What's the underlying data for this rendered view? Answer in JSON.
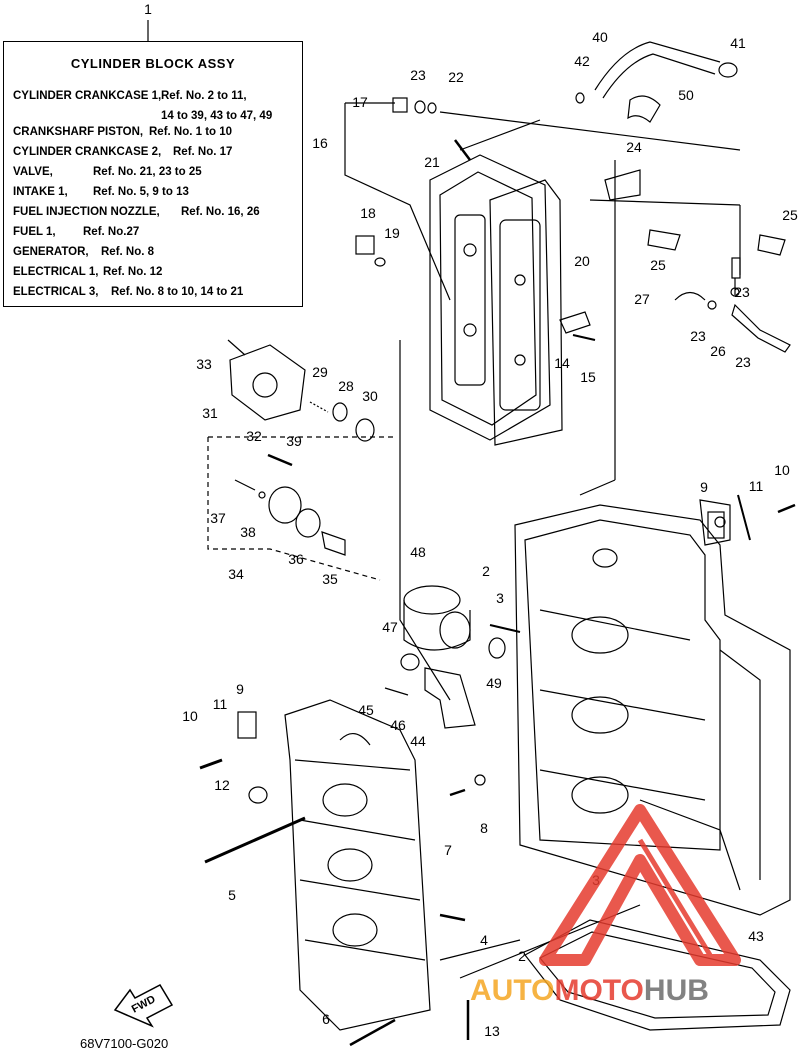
{
  "assembly_callout": "1",
  "legend": {
    "title": "CYLINDER BLOCK ASSY",
    "rows": [
      {
        "name": "CYLINDER CRANKCASE 1,",
        "ref": "Ref. No. 2 to 11,"
      },
      {
        "name": "",
        "ref": "14 to 39, 43 to 47, 49"
      },
      {
        "name": "CRANKSHARF PISTON,",
        "ref": "Ref. No. 1 to 10"
      },
      {
        "name": "CYLINDER CRANKCASE 2,",
        "ref": "Ref. No. 17"
      },
      {
        "name": "VALVE,",
        "ref": "Ref. No. 21, 23 to 25"
      },
      {
        "name": "INTAKE 1,",
        "ref": "Ref. No. 5, 9 to 13"
      },
      {
        "name": "FUEL INJECTION NOZZLE,",
        "ref": "Ref. No. 16, 26"
      },
      {
        "name": "FUEL 1,",
        "ref": "Ref. No.27"
      },
      {
        "name": "GENERATOR,",
        "ref": "Ref. No. 8"
      },
      {
        "name": "ELECTRICAL 1,",
        "ref": "Ref. No. 12"
      },
      {
        "name": "ELECTRICAL 3,",
        "ref": "Ref. No. 8 to 10, 14 to 21"
      }
    ]
  },
  "callouts": [
    "40",
    "41",
    "42",
    "23",
    "22",
    "50",
    "17",
    "16",
    "21",
    "24",
    "25",
    "25",
    "18",
    "19",
    "20",
    "27",
    "23",
    "23",
    "26",
    "23",
    "14",
    "15",
    "33",
    "29",
    "28",
    "30",
    "31",
    "32",
    "39",
    "9",
    "11",
    "10",
    "37",
    "38",
    "36",
    "34",
    "35",
    "48",
    "2",
    "3",
    "47",
    "49",
    "9",
    "11",
    "10",
    "45",
    "46",
    "44",
    "12",
    "7",
    "8",
    "5",
    "3",
    "4",
    "43",
    "2",
    "6",
    "13"
  ],
  "diagram_code": "68V7100-G020",
  "fwd_label": "FWD",
  "watermark": {
    "part1": "AUTO",
    "part2": "MOTO",
    "part3": "HUB",
    "colors": {
      "red": "#e63b2e",
      "orange": "#f5a623",
      "gray": "#6d6d6d"
    }
  }
}
